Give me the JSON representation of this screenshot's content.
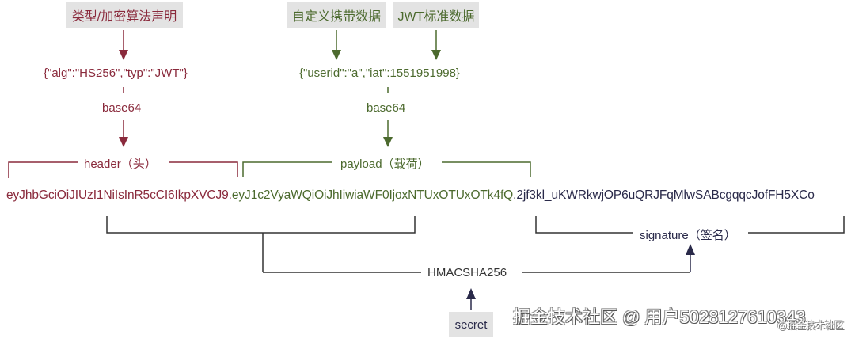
{
  "labels": {
    "header_decl": "类型/加密算法声明",
    "custom_data": "自定义携带数据",
    "jwt_std_data": "JWT标准数据",
    "secret": "secret"
  },
  "json": {
    "header": "{\"alg\":\"HS256\",\"typ\":\"JWT\"}",
    "payload": "{\"userid\":\"a\",\"iat\":1551951998}"
  },
  "encoding": {
    "header_step": "base64",
    "payload_step": "base64"
  },
  "sections": {
    "header": "header（头）",
    "payload": "payload（载荷）",
    "signature": "signature（签名）"
  },
  "token": {
    "header_part": "eyJhbGciOiJIUzI1NiIsInR5cCI6IkpXVCJ9",
    "sep1": ".",
    "payload_part": "eyJ1c2VyaWQiOiJhIiwiaWF0IjoxNTUxOTUxOTk4fQ",
    "sep2": ".",
    "signature_part": "2jf3kl_uKWRkwjOP6uQRJFqMlwSABcgqqcJofFH5XCo"
  },
  "algorithm": "HMACSHA256",
  "colors": {
    "header": "#8a2a3c",
    "payload": "#4c6a2e",
    "signature": "#2a2a4a",
    "label_box_bg": "#e3e3e3"
  },
  "watermark": {
    "main": "掘金技术社区 @ 用户5028127610343",
    "small": "@掘金技术社区"
  }
}
